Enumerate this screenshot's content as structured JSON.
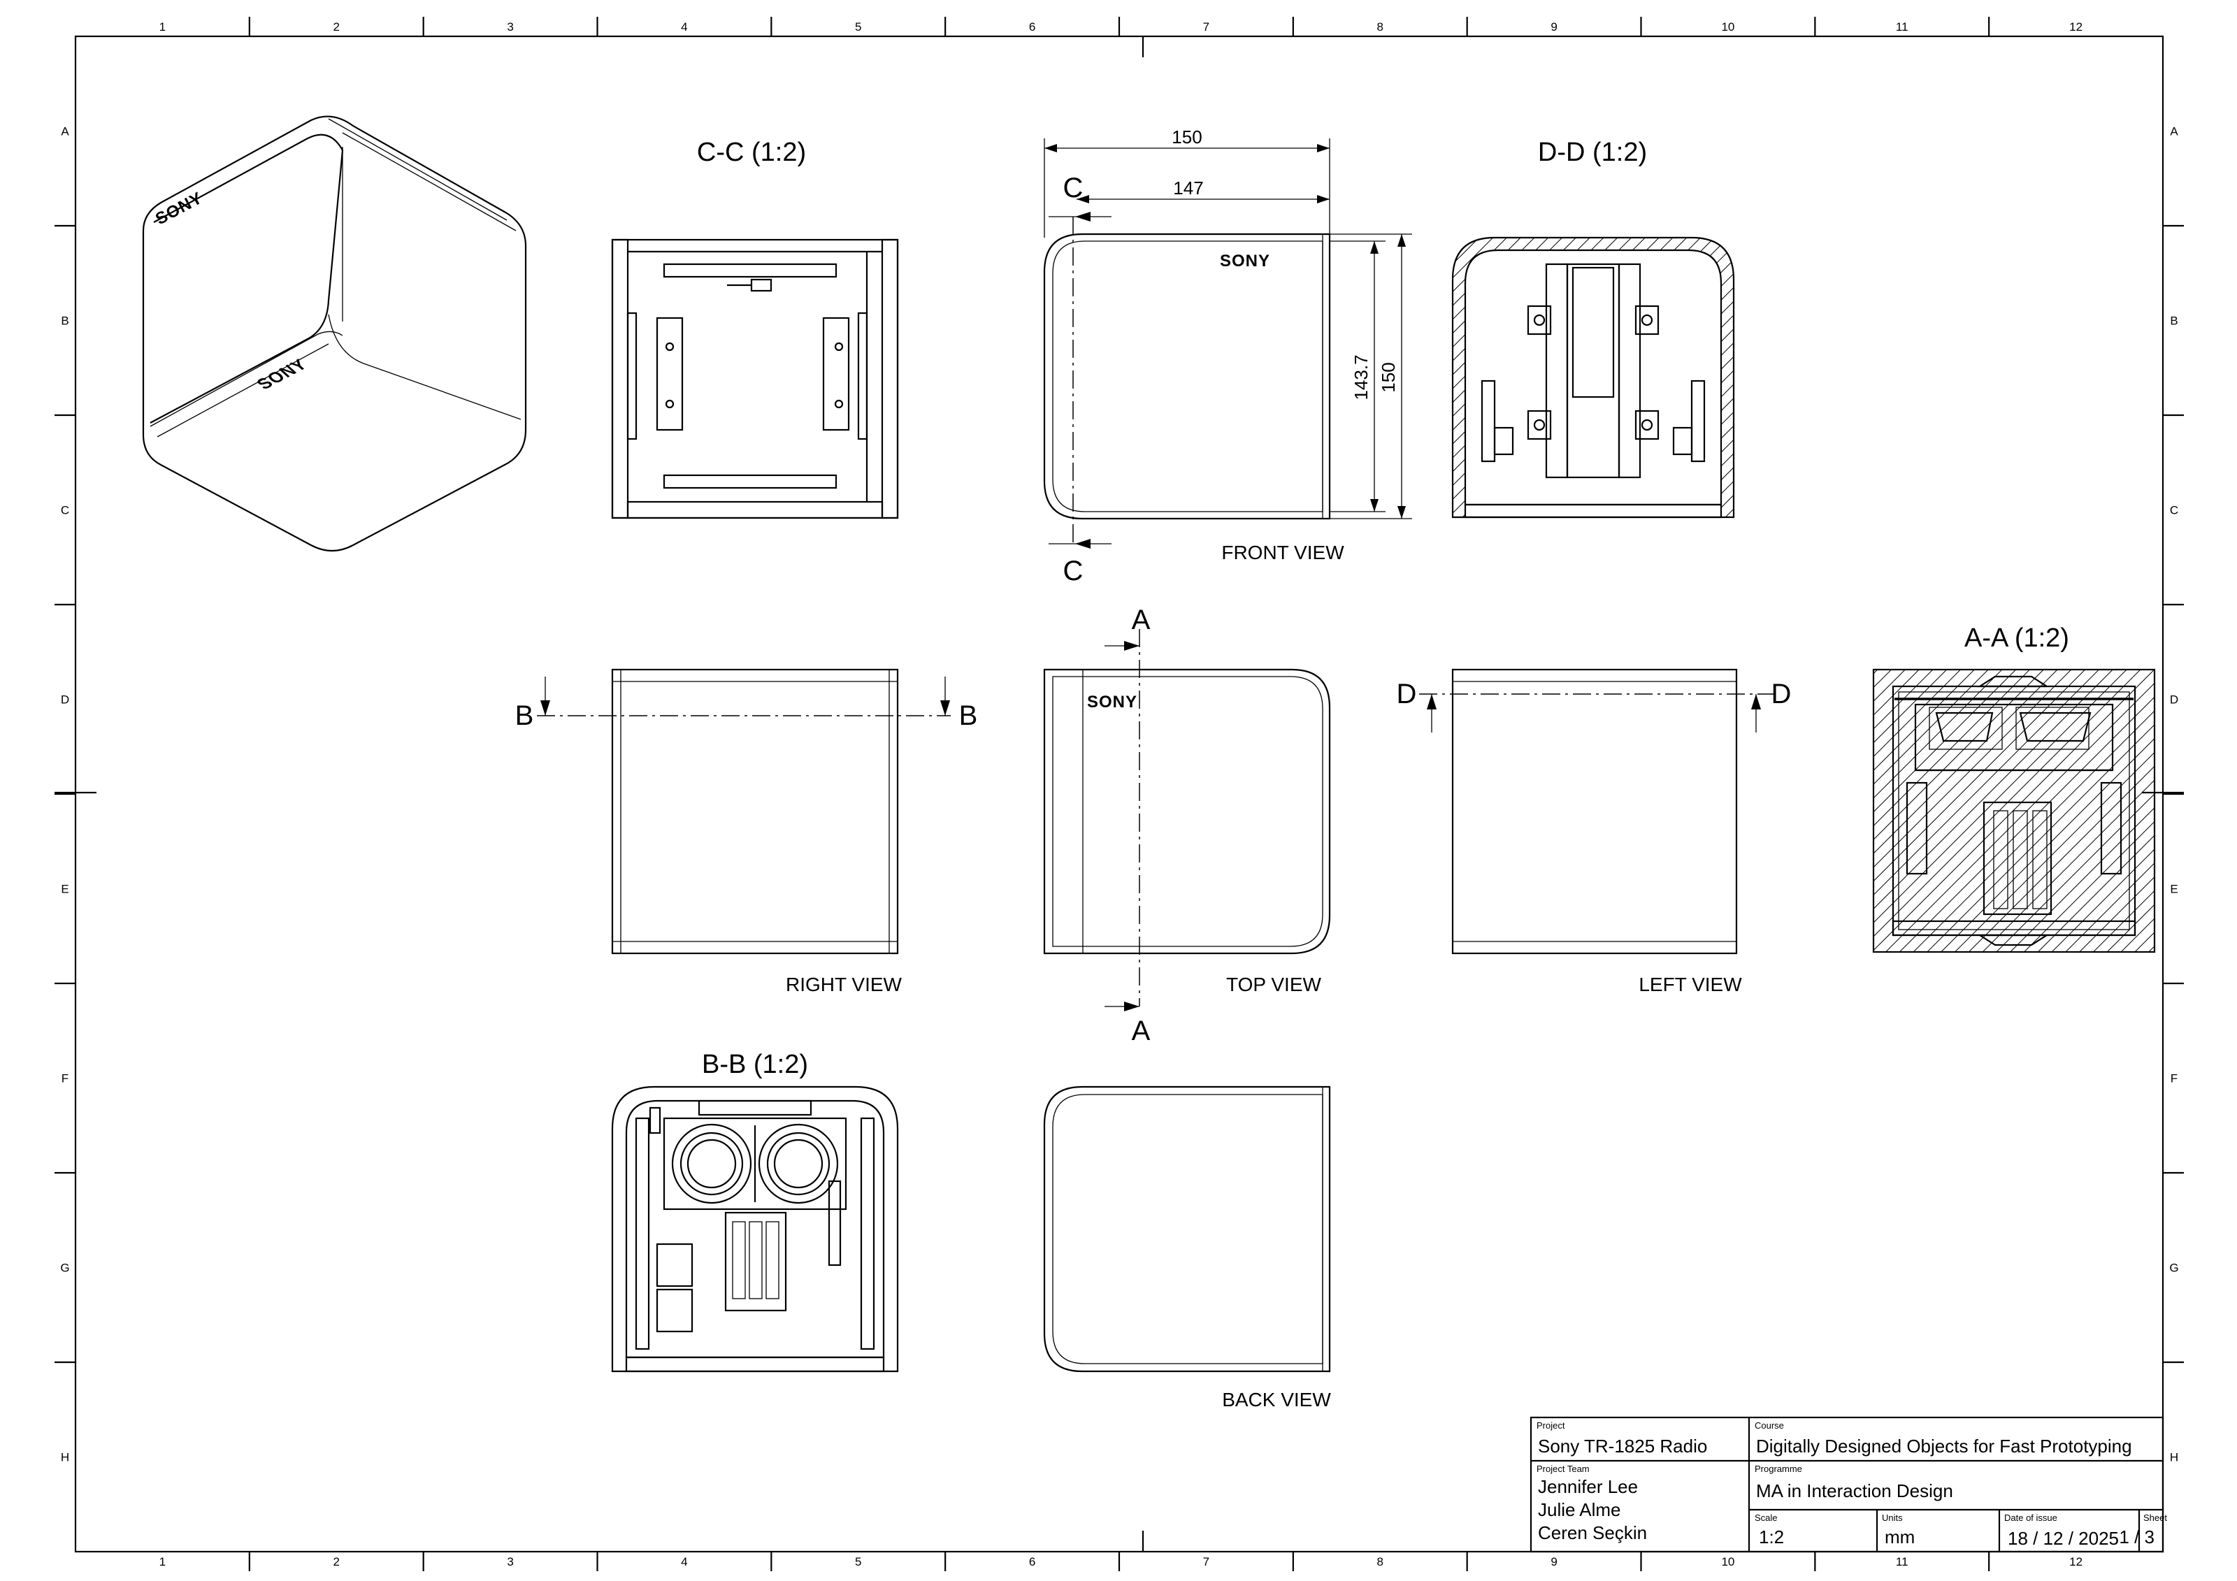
{
  "zones": {
    "columns": [
      "1",
      "2",
      "3",
      "4",
      "5",
      "6",
      "7",
      "8",
      "9",
      "10",
      "11",
      "12"
    ],
    "rows": [
      "A",
      "B",
      "C",
      "D",
      "E",
      "F",
      "G",
      "H"
    ]
  },
  "views": {
    "section_cc": "C-C (1:2)",
    "section_dd": "D-D (1:2)",
    "section_aa": "A-A (1:2)",
    "section_bb": "B-B (1:2)",
    "front": "FRONT VIEW",
    "right": "RIGHT VIEW",
    "top": "TOP VIEW",
    "left": "LEFT VIEW",
    "back": "BACK VIEW"
  },
  "cut_letters": {
    "a": "A",
    "b": "B",
    "c": "C",
    "d": "D"
  },
  "dimensions": {
    "overall_width": "150",
    "inner_width": "147",
    "inner_height": "143.7",
    "overall_height": "150"
  },
  "brand": {
    "logo_text": "SONY"
  },
  "title_block": {
    "project": {
      "caption": "Project",
      "value": "Sony TR-1825 Radio"
    },
    "course": {
      "caption": "Course",
      "value": "Digitally Designed Objects for Fast Prototyping"
    },
    "team": {
      "caption": "Project Team",
      "members": [
        "Jennifer Lee",
        "Julie Alme",
        "Ceren Seçkin"
      ]
    },
    "programme": {
      "caption": "Programme",
      "value": "MA in Interaction Design"
    },
    "scale": {
      "caption": "Scale",
      "value": "1:2"
    },
    "units": {
      "caption": "Units",
      "value": "mm"
    },
    "date": {
      "caption": "Date of issue",
      "value": "18 / 12 / 2025"
    },
    "sheet": {
      "caption": "Sheet",
      "value": "1 / 3"
    }
  }
}
